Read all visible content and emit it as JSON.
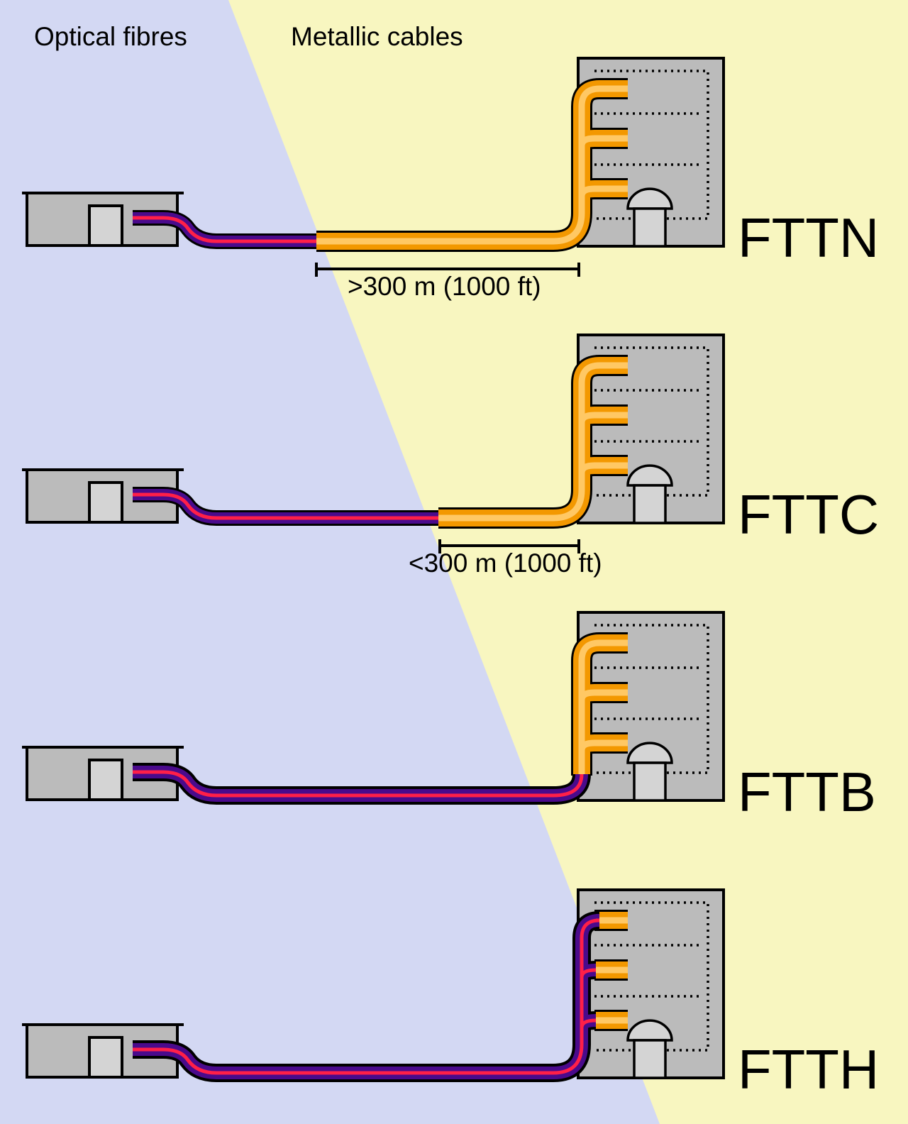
{
  "legend": {
    "fibre_label": "Optical fibres",
    "metal_label": "Metallic cables"
  },
  "colors": {
    "fibre_region": "#d3d8f3",
    "metal_region": "#f8f6c0",
    "box_fill": "#bbbbbb",
    "door_fill": "#d4d4d4",
    "fibre_outer": "#4a0a8c",
    "fibre_core": "#ff1f48",
    "metal_outer": "#f0a000",
    "metal_core": "#ffc864"
  },
  "panels": [
    {
      "id": "fttn",
      "label": "FTTN",
      "distance_label": ">300 m (1000 ft)"
    },
    {
      "id": "fttc",
      "label": "FTTC",
      "distance_label": "<300 m (1000 ft)"
    },
    {
      "id": "fttb",
      "label": "FTTB",
      "distance_label": ""
    },
    {
      "id": "ftth",
      "label": "FTTH",
      "distance_label": ""
    }
  ]
}
